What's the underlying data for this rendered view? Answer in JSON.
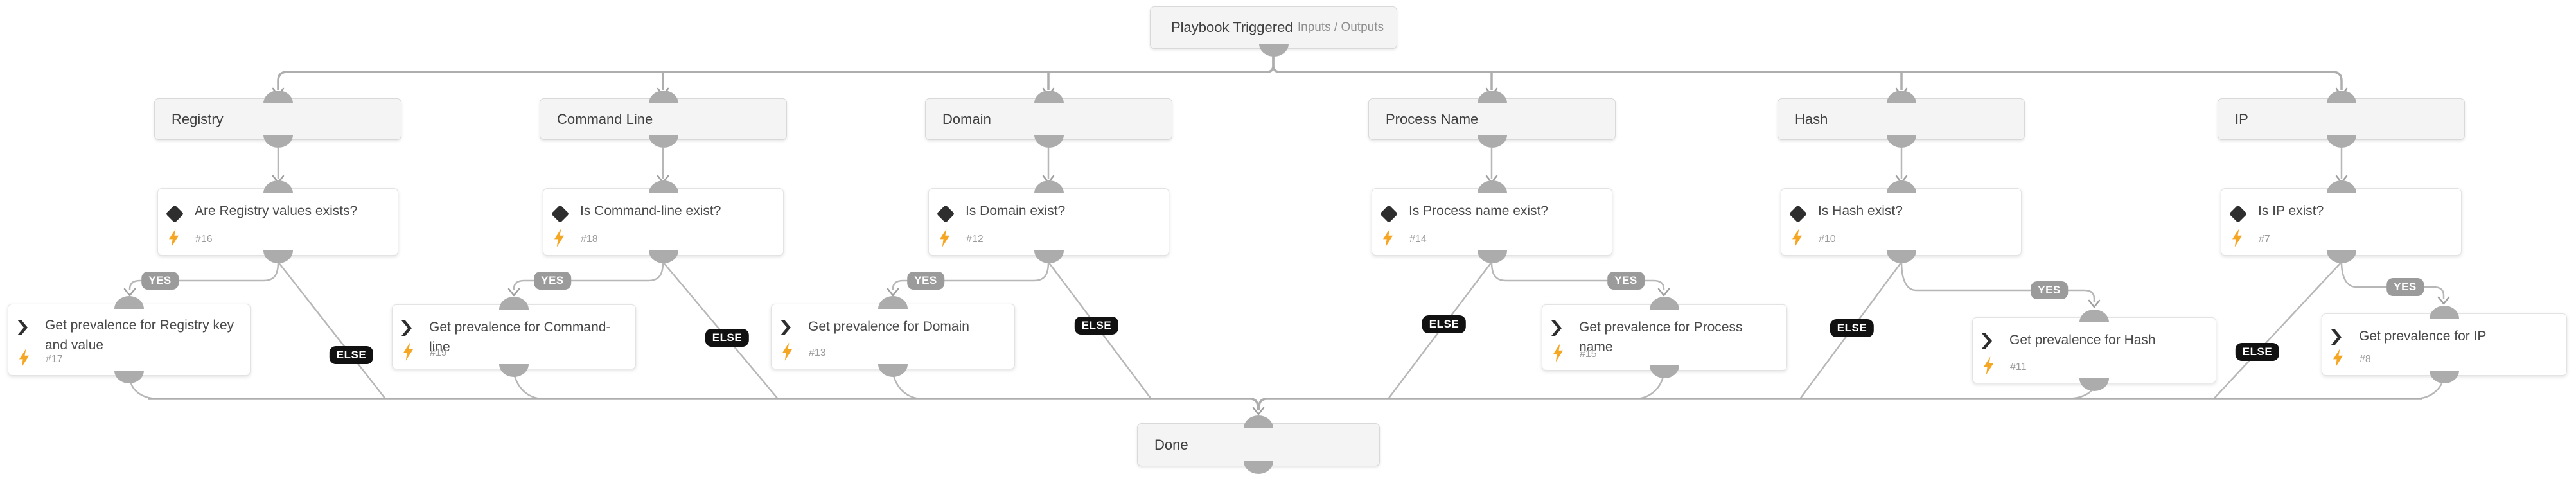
{
  "trigger": {
    "title": "Playbook Triggered",
    "link_label": "Inputs / Outputs"
  },
  "terminal": {
    "title": "Done"
  },
  "labels": {
    "yes": "YES",
    "else": "ELSE"
  },
  "branches": [
    {
      "name": "Registry",
      "condition": "Are Registry values exists?",
      "condition_id": "#16",
      "task": "Get prevalence for Registry key and value",
      "task_id": "#17"
    },
    {
      "name": "Command Line",
      "condition": "Is Command-line exist?",
      "condition_id": "#18",
      "task": "Get prevalence for Command-line",
      "task_id": "#19"
    },
    {
      "name": "Domain",
      "condition": "Is Domain exist?",
      "condition_id": "#12",
      "task": "Get prevalence for Domain",
      "task_id": "#13"
    },
    {
      "name": "Process Name",
      "condition": "Is Process name exist?",
      "condition_id": "#14",
      "task": "Get prevalence for Process name",
      "task_id": "#15"
    },
    {
      "name": "Hash",
      "condition": "Is Hash exist?",
      "condition_id": "#10",
      "task": "Get prevalence for Hash",
      "task_id": "#11"
    },
    {
      "name": "IP",
      "condition": "Is IP exist?",
      "condition_id": "#7",
      "task": "Get prevalence for IP",
      "task_id": "#8"
    }
  ],
  "colors": {
    "edge": "#b7b7b7",
    "trunk": "#aeaeae",
    "knob": "#acacac",
    "yes_badge_bg": "#9b9b9b",
    "else_badge_bg": "#111111",
    "bolt_orange": "#f5a623",
    "icon_dark": "#2e2e2e",
    "group_node_bg": "#f4f4f4",
    "card_bg": "#ffffff",
    "title_text": "#4a4a4a",
    "id_text": "#9b9b9b"
  }
}
